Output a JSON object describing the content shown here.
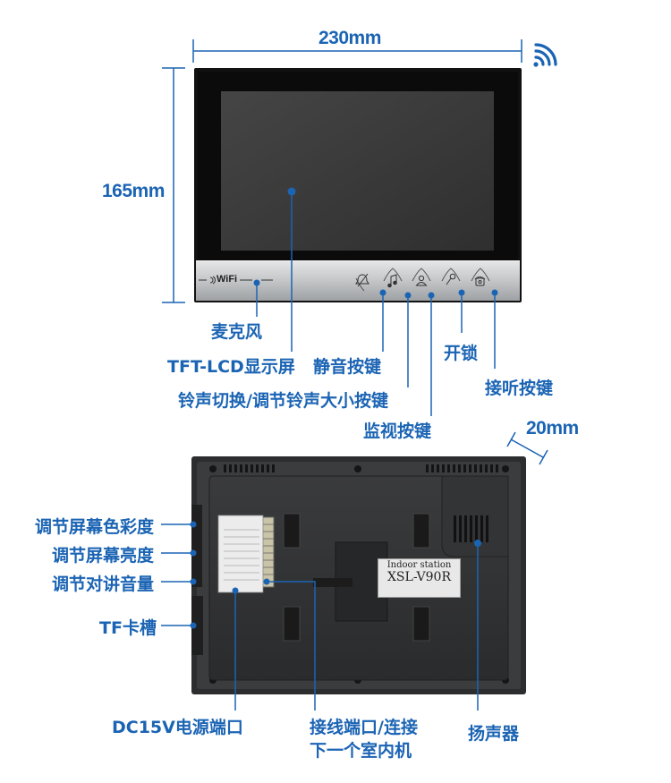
{
  "dimensions": {
    "width": "230mm",
    "height": "165mm",
    "depth": "20mm"
  },
  "front_panel": {
    "wifi_text": "WiFi"
  },
  "front_labels": {
    "microphone": "麦克风",
    "tft_lcd": "TFT-LCD显示屏",
    "mute": "静音按键",
    "unlock": "开锁",
    "answer": "接听按键",
    "ringtone": "铃声切换/调节铃声大小按键",
    "monitor": "监视按键"
  },
  "back_device": {
    "model_header": "Indoor station",
    "model_number": "XSL-V90R"
  },
  "back_labels": {
    "color_saturation": "调节屏幕色彩度",
    "brightness": "调节屏幕亮度",
    "intercom_volume": "调节对讲音量",
    "tf_slot": "TF卡槽",
    "power_port": "DC15V电源端口",
    "wiring_port_line1": "接线端口/连接",
    "wiring_port_line2": "下一个室内机",
    "speaker": "扬声器"
  },
  "colors": {
    "accent": "#1b64b4",
    "bezel": "#111111",
    "screen": "#3a3a3a",
    "silver": "#c9cbcd",
    "back_case": "#2e2f31"
  }
}
